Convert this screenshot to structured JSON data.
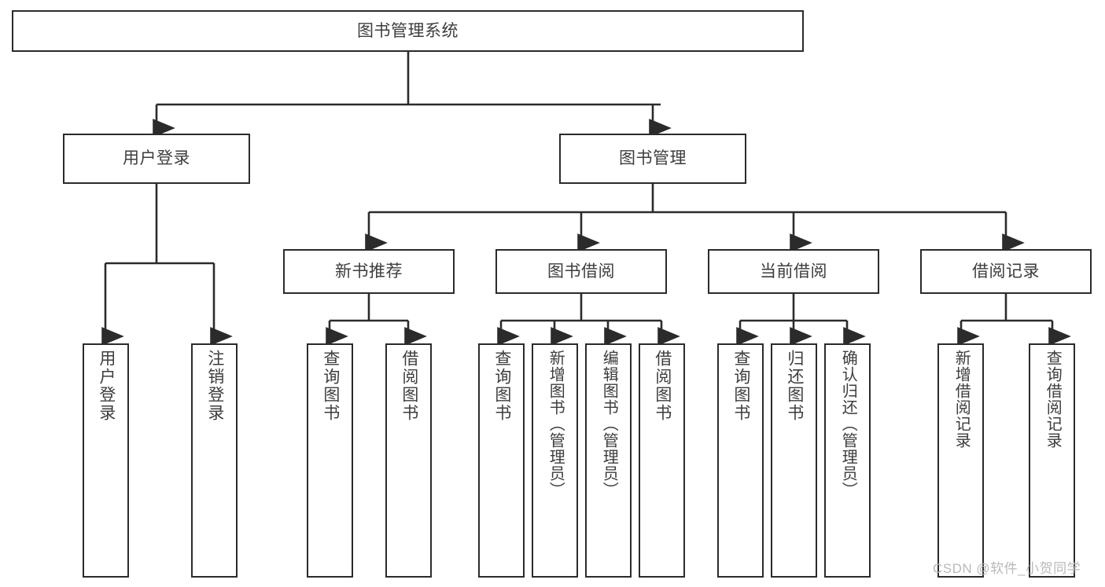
{
  "diagram": {
    "title": "图书管理系统",
    "type": "hierarchy-tree",
    "watermark": "CSDN @软件_小贺同学",
    "colors": {
      "box_border": "#2b2b2b",
      "box_fill": "#ffffff",
      "text": "#3d3d3d",
      "connector": "#2b2b2b",
      "watermark": "#b9b9b9",
      "background": "#ffffff"
    },
    "levels": [
      {
        "level": 0,
        "nodes": [
          {
            "id": "root",
            "label": "图书管理系统",
            "orientation": "horizontal"
          }
        ]
      },
      {
        "level": 1,
        "nodes": [
          {
            "id": "login",
            "label": "用户登录",
            "orientation": "horizontal",
            "parent": "root"
          },
          {
            "id": "bookmgmt",
            "label": "图书管理",
            "orientation": "horizontal",
            "parent": "root"
          }
        ]
      },
      {
        "level": 2,
        "nodes": [
          {
            "id": "newbook",
            "label": "新书推荐",
            "orientation": "horizontal",
            "parent": "bookmgmt"
          },
          {
            "id": "borrow",
            "label": "图书借阅",
            "orientation": "horizontal",
            "parent": "bookmgmt"
          },
          {
            "id": "current",
            "label": "当前借阅",
            "orientation": "horizontal",
            "parent": "bookmgmt"
          },
          {
            "id": "records",
            "label": "借阅记录",
            "orientation": "horizontal",
            "parent": "bookmgmt"
          }
        ]
      },
      {
        "level": 3,
        "nodes": [
          {
            "id": "leaf-user-login",
            "label": "用户登录",
            "orientation": "vertical",
            "parent": "login"
          },
          {
            "id": "leaf-user-logout",
            "label": "注销登录",
            "orientation": "vertical",
            "parent": "login"
          },
          {
            "id": "leaf-new-query",
            "label": "查询图书",
            "orientation": "vertical",
            "parent": "newbook"
          },
          {
            "id": "leaf-new-borrow",
            "label": "借阅图书",
            "orientation": "vertical",
            "parent": "newbook"
          },
          {
            "id": "leaf-borrow-query",
            "label": "查询图书",
            "orientation": "vertical",
            "parent": "borrow"
          },
          {
            "id": "leaf-borrow-add",
            "label": "新增图书（管理员）",
            "orientation": "vertical",
            "parent": "borrow"
          },
          {
            "id": "leaf-borrow-edit",
            "label": "编辑图书（管理员）",
            "orientation": "vertical",
            "parent": "borrow"
          },
          {
            "id": "leaf-borrow-lend",
            "label": "借阅图书",
            "orientation": "vertical",
            "parent": "borrow"
          },
          {
            "id": "leaf-current-query",
            "label": "查询图书",
            "orientation": "vertical",
            "parent": "current"
          },
          {
            "id": "leaf-current-return",
            "label": "归还图书",
            "orientation": "vertical",
            "parent": "current"
          },
          {
            "id": "leaf-current-confirm",
            "label": "确认归还（管理员）",
            "orientation": "vertical",
            "parent": "current"
          },
          {
            "id": "leaf-records-add",
            "label": "新增借阅记录",
            "orientation": "vertical",
            "parent": "records"
          },
          {
            "id": "leaf-records-query",
            "label": "查询借阅记录",
            "orientation": "vertical",
            "parent": "records"
          }
        ]
      }
    ]
  }
}
